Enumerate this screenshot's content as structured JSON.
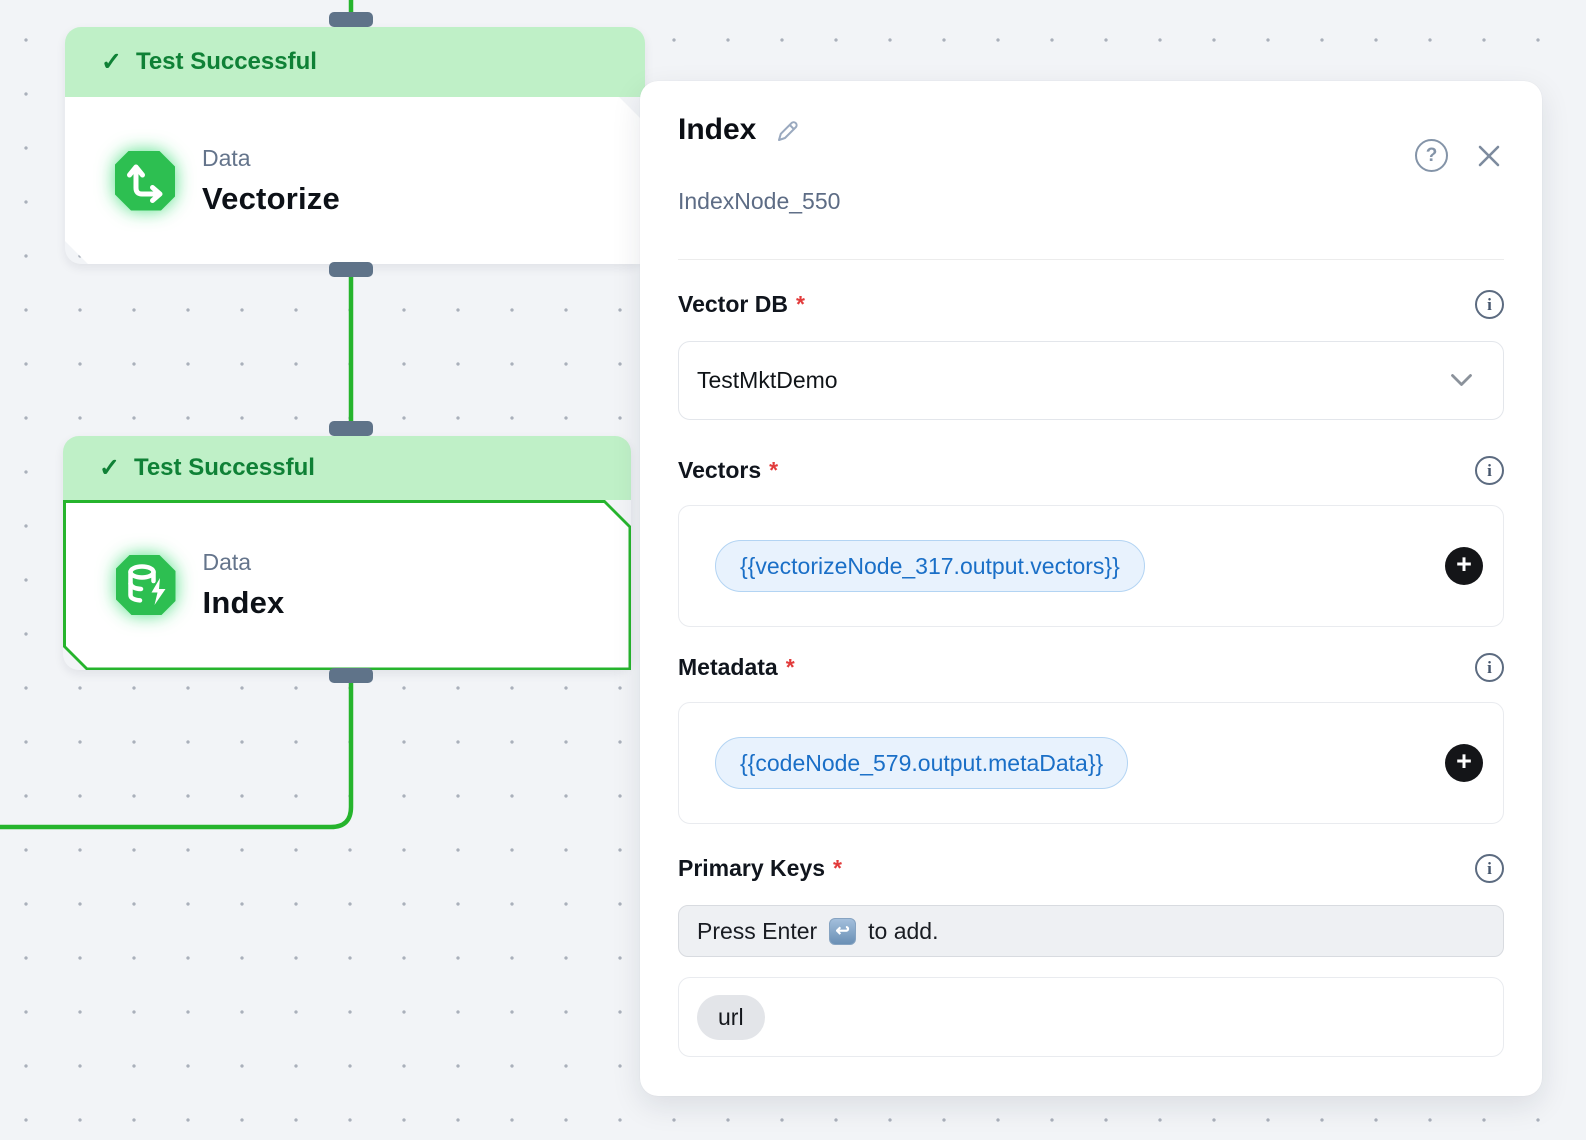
{
  "canvas": {
    "nodes": [
      {
        "status_banner": "Test Successful",
        "category": "Data",
        "title": "Vectorize",
        "selected": false,
        "icon": "vectorize-axes-icon"
      },
      {
        "status_banner": "Test Successful",
        "category": "Data",
        "title": "Index",
        "selected": true,
        "icon": "database-bolt-icon"
      }
    ],
    "colors": {
      "edge": "#26b42d",
      "handle": "#5f7389",
      "banner_bg": "#bff0c7",
      "banner_text": "#0f8136",
      "icon_bg": "#2dbf51"
    }
  },
  "glyphs": {
    "check": "✓",
    "plus": "+",
    "help": "?",
    "info": "i",
    "enter_key": "↩"
  },
  "panel": {
    "title": "Index",
    "subtitle": "IndexNode_550",
    "fields": {
      "vector_db": {
        "label": "Vector DB",
        "required_mark": "*",
        "selected_value": "TestMktDemo"
      },
      "vectors": {
        "label": "Vectors",
        "required_mark": "*",
        "variable_chip": "{{vectorizeNode_317.output.vectors}}"
      },
      "metadata": {
        "label": "Metadata",
        "required_mark": "*",
        "variable_chip": "{{codeNode_579.output.metaData}}"
      },
      "primary_keys": {
        "label": "Primary Keys",
        "required_mark": "*",
        "placeholder_before": "Press Enter",
        "placeholder_after": "to add.",
        "keys": [
          "url"
        ]
      }
    },
    "accent_colors": {
      "chip_text": "#1a6fc7",
      "chip_bg": "#e8f2fd",
      "required": "#e23b3b"
    }
  }
}
